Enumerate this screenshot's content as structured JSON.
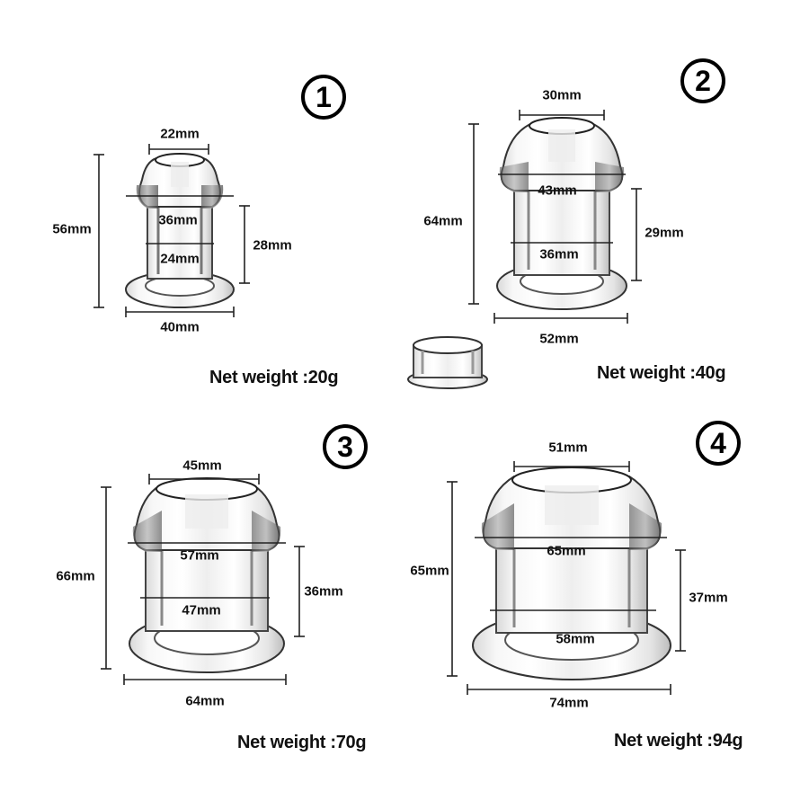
{
  "products": [
    {
      "number": "1",
      "top_width": "22mm",
      "head_width": "36mm",
      "shaft_width": "24mm",
      "total_height": "56mm",
      "shaft_height": "28mm",
      "base_width": "40mm",
      "net_weight": "Net weight :20g"
    },
    {
      "number": "2",
      "top_width": "30mm",
      "head_width": "43mm",
      "shaft_width": "36mm",
      "total_height": "64mm",
      "shaft_height": "29mm",
      "base_width": "52mm",
      "net_weight": "Net weight :40g"
    },
    {
      "number": "3",
      "top_width": "45mm",
      "head_width": "57mm",
      "shaft_width": "47mm",
      "total_height": "66mm",
      "shaft_height": "36mm",
      "base_width": "64mm",
      "net_weight": "Net weight :70g"
    },
    {
      "number": "4",
      "top_width": "51mm",
      "head_width": "65mm",
      "shaft_width": "58mm",
      "total_height": "65mm",
      "shaft_height": "37mm",
      "base_width": "74mm",
      "net_weight": "Net weight :94g"
    }
  ]
}
